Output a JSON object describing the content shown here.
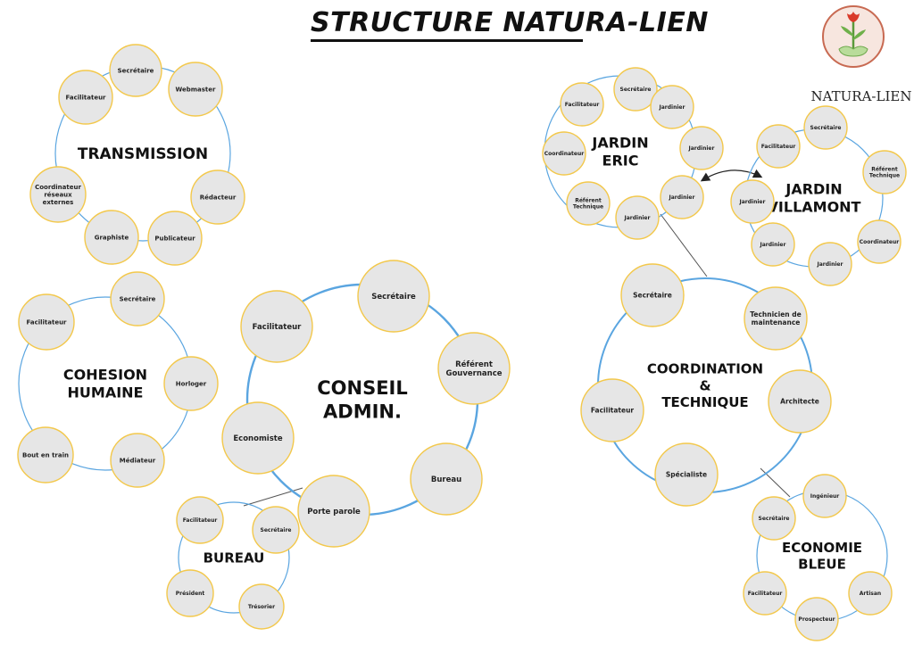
{
  "title": "STRUCTURE NATURA-LIEN",
  "logo": {
    "text": "NATURA-LIEN",
    "icon": "tulip-handshake-logo"
  },
  "colors": {
    "ring": "#5aa5e0",
    "node_fill": "#e6e6e6",
    "node_border": "#f3c84b",
    "text": "#222222"
  },
  "groups": [
    {
      "id": "transmission",
      "label": [
        "TRANSMISSION"
      ],
      "roles": [
        "Secrétaire",
        "Webmaster",
        "Rédacteur",
        "Publicateur",
        "Graphiste",
        "Coordinateur réseaux externes",
        "Facilitateur"
      ]
    },
    {
      "id": "cohesion",
      "label": [
        "COHESION",
        "HUMAINE"
      ],
      "roles": [
        "Secrétaire",
        "Horloger",
        "Médiateur",
        "Bout en train",
        "Facilitateur"
      ]
    },
    {
      "id": "conseil",
      "label": [
        "CONSEIL",
        "ADMIN."
      ],
      "roles": [
        "Secrétaire",
        "Référent Gouvernance",
        "Bureau",
        "Porte parole",
        "Economiste",
        "Facilitateur"
      ]
    },
    {
      "id": "bureau",
      "label": [
        "BUREAU"
      ],
      "roles": [
        "Facilitateur",
        "Secrétaire",
        "Trésorier",
        "Président"
      ]
    },
    {
      "id": "jardin-eric",
      "label": [
        "JARDIN",
        "ERIC"
      ],
      "roles": [
        "Secrétaire",
        "Jardinier",
        "Jardinier",
        "Jardinier",
        "Jardinier",
        "Référent Technique",
        "Coordinateur",
        "Facilitateur"
      ]
    },
    {
      "id": "jardin-villamont",
      "label": [
        "JARDIN",
        "VILLAMONT"
      ],
      "roles": [
        "Secrétaire",
        "Référent Technique",
        "Coordinateur",
        "Jardinier",
        "Jardinier",
        "Jardinier",
        "Facilitateur"
      ]
    },
    {
      "id": "coordination",
      "label": [
        "COORDINATION",
        "&",
        "TECHNIQUE"
      ],
      "roles": [
        "Secrétaire",
        "Technicien de maintenance",
        "Architecte",
        "Spécialiste",
        "Facilitateur"
      ]
    },
    {
      "id": "economie",
      "label": [
        "ECONOMIE",
        "BLEUE"
      ],
      "roles": [
        "Ingénieur",
        "Artisan",
        "Prospecteur",
        "Facilitateur",
        "Secrétaire"
      ]
    }
  ]
}
